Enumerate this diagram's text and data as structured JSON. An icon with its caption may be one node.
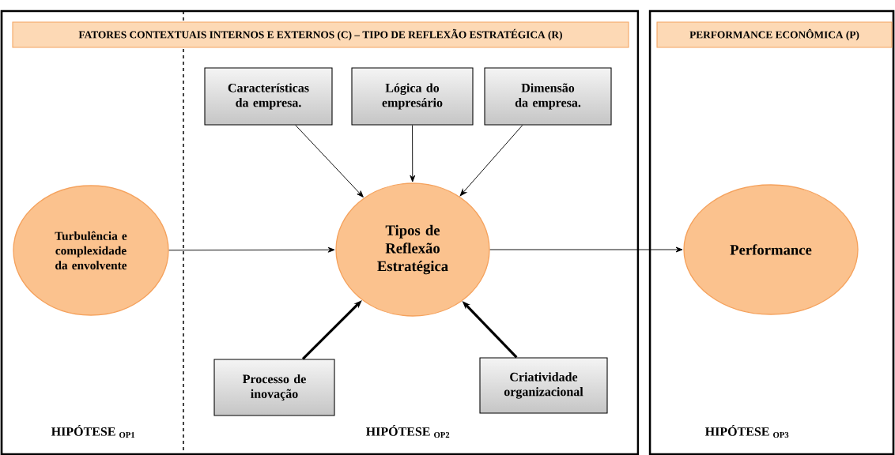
{
  "diagram": {
    "nodes": [
      {
        "text": [
          "FATORES CONTEXTUAIS INTERNOS E EXTERNOS (C) – TIPO DE REFLEXÃO ESTRATÉGICA (R)"
        ]
      },
      {
        "text": [
          "PERFORMANCE ECONÔMICA (P)"
        ]
      },
      {
        "text": [
          "Turbulência e complexidade da envolvente"
        ],
        "in": 0
      },
      {
        "text": [
          "Tipos de Reflexão Estratégica"
        ],
        "in": 0
      },
      {
        "text": [
          "Características da empresa."
        ],
        "in": 0
      },
      {
        "text": [
          "Lógica do empresário"
        ],
        "in": 0
      },
      {
        "text": [
          "Dimensão da empresa."
        ],
        "in": 0
      },
      {
        "text": [
          "Processo de inovação"
        ],
        "in": 0
      },
      {
        "text": [
          "Criatividade organizacional"
        ],
        "in": 0
      },
      {
        "text": [
          "Performance"
        ],
        "in": 1
      }
    ],
    "edges": [
      {
        "from": 4,
        "to": 3,
        "arrow": "to"
      },
      {
        "from": 5,
        "to": 3,
        "arrow": "to"
      },
      {
        "from": 6,
        "to": 3,
        "arrow": "to"
      },
      {
        "from": 2,
        "to": 3,
        "arrow": "to"
      },
      {
        "from": 3,
        "to": 9,
        "arrow": "to"
      },
      {
        "from": 7,
        "to": 3,
        "arrow": "to",
        "style": "thick"
      },
      {
        "from": 8,
        "to": 3,
        "arrow": "to",
        "style": "thick"
      }
    ],
    "labels": [
      "HIPÓTESE $_{OP1}$",
      "HIPÓTESE $_{OP2}$",
      "HIPÓTESE $_{OP3}$"
    ]
  }
}
